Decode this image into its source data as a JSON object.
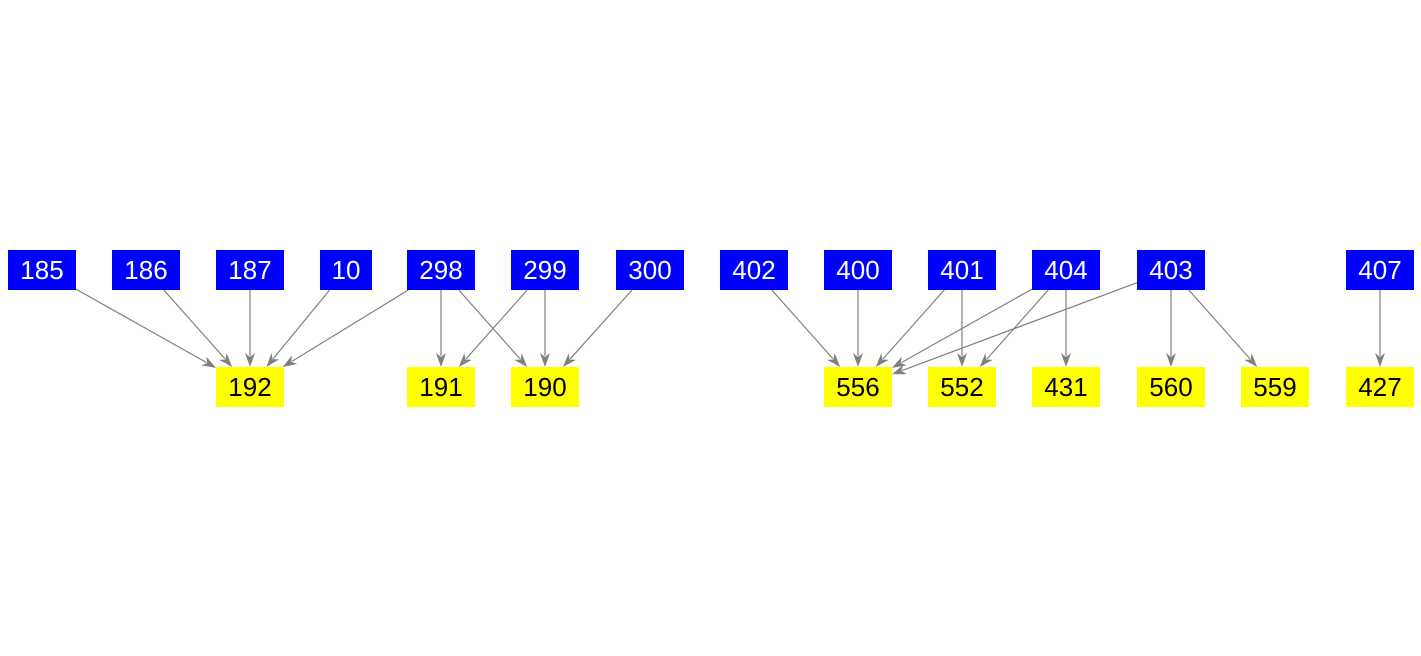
{
  "colors": {
    "source": "#0000ff",
    "target": "#ffff00",
    "edge": "#808080"
  },
  "nodes": [
    {
      "id": "185",
      "kind": "source"
    },
    {
      "id": "186",
      "kind": "source"
    },
    {
      "id": "187",
      "kind": "source"
    },
    {
      "id": "10",
      "kind": "source"
    },
    {
      "id": "298",
      "kind": "source"
    },
    {
      "id": "299",
      "kind": "source"
    },
    {
      "id": "300",
      "kind": "source"
    },
    {
      "id": "402",
      "kind": "source"
    },
    {
      "id": "400",
      "kind": "source"
    },
    {
      "id": "401",
      "kind": "source"
    },
    {
      "id": "404",
      "kind": "source"
    },
    {
      "id": "403",
      "kind": "source"
    },
    {
      "id": "407",
      "kind": "source"
    },
    {
      "id": "192",
      "kind": "target"
    },
    {
      "id": "191",
      "kind": "target"
    },
    {
      "id": "190",
      "kind": "target"
    },
    {
      "id": "556",
      "kind": "target"
    },
    {
      "id": "552",
      "kind": "target"
    },
    {
      "id": "431",
      "kind": "target"
    },
    {
      "id": "560",
      "kind": "target"
    },
    {
      "id": "559",
      "kind": "target"
    },
    {
      "id": "427",
      "kind": "target"
    }
  ],
  "edges": [
    [
      "185",
      "192"
    ],
    [
      "186",
      "192"
    ],
    [
      "187",
      "192"
    ],
    [
      "10",
      "192"
    ],
    [
      "298",
      "192"
    ],
    [
      "298",
      "191"
    ],
    [
      "298",
      "190"
    ],
    [
      "299",
      "191"
    ],
    [
      "299",
      "190"
    ],
    [
      "300",
      "190"
    ],
    [
      "402",
      "556"
    ],
    [
      "400",
      "556"
    ],
    [
      "401",
      "556"
    ],
    [
      "401",
      "552"
    ],
    [
      "404",
      "556"
    ],
    [
      "404",
      "552"
    ],
    [
      "404",
      "431"
    ],
    [
      "403",
      "556"
    ],
    [
      "403",
      "560"
    ],
    [
      "403",
      "559"
    ],
    [
      "407",
      "427"
    ]
  ]
}
